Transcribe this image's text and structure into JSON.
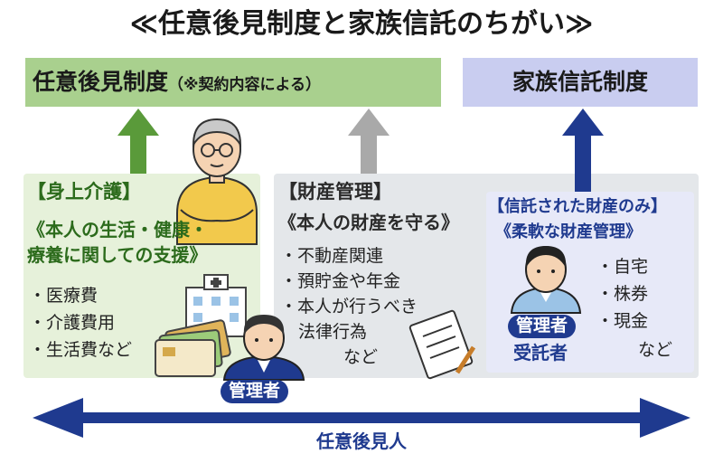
{
  "title": "≪任意後見制度と家族信託のちがい≫",
  "header_left": "任意後見制度",
  "header_left_note": "（※契約内容による）",
  "header_right": "家族信託制度",
  "care": {
    "heading": "【身上介護】",
    "subheading_line1": "《本人の生活・健康・",
    "subheading_line2": "療養に関しての支援》",
    "items": [
      "・医療費",
      "・介護費用",
      "・生活費など"
    ]
  },
  "property": {
    "heading": "【財産管理】",
    "subheading": "《本人の財産を守る》",
    "items": [
      "・不動産関連",
      "・預貯金や年金",
      "・本人が行うべき",
      "法律行為",
      "など"
    ]
  },
  "trust": {
    "heading": "【信託された財産のみ】",
    "subheading": "《柔軟な財産管理》",
    "items": [
      "・自宅",
      "・株券",
      "・現金",
      "など"
    ],
    "manager_badge": "管理者",
    "trustee_label": "受託者"
  },
  "guardian_manager_badge": "管理者",
  "bottom_label": "任意後見人",
  "colors": {
    "green_header": "#a9d08e",
    "lavender_header": "#c9cdf0",
    "green_panel": "#e6f1da",
    "gray_panel": "#e4e7ea",
    "lavender_panel": "#e7e9f8",
    "green_arrow": "#5a9a3a",
    "gray_arrow": "#a9a9a9",
    "navy": "#1f3a8f"
  }
}
